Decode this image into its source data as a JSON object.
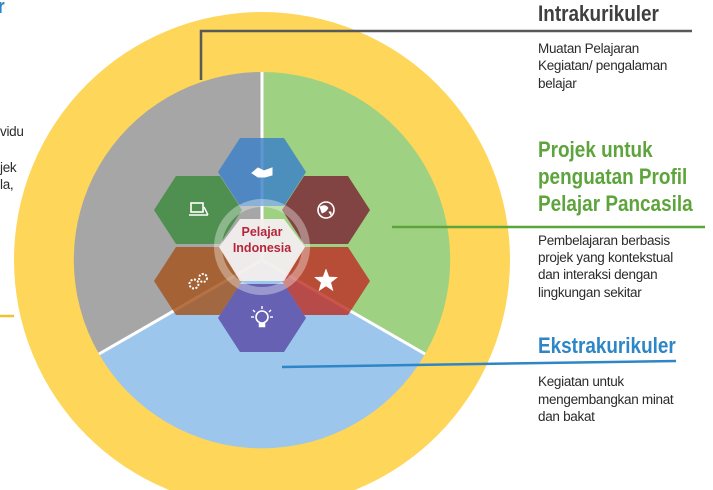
{
  "colors": {
    "outer_ring": "#fdd65a",
    "intrakurikuler_sector": "#a6a6a6",
    "projek_sector": "#9fd183",
    "ekstrakurikuler_sector": "#9cc6ec",
    "projek_heading": "#5ea43c",
    "ekstrakurikuler_heading": "#2e86c6",
    "intrakurikuler_heading": "#3f3f3f",
    "center_text": "#b5253a",
    "hex_blue": "#3a80c8",
    "hex_wine": "#7b2433",
    "hex_red": "#bd2f26",
    "hex_purple": "#5a4aa6",
    "hex_orange": "#a3531c",
    "hex_green": "#3c8a3c"
  },
  "left_cut": {
    "top_fragment": "r",
    "lines": [
      "vidu",
      "",
      "jek",
      "la,"
    ]
  },
  "intrakurikuler": {
    "heading": "Intrakurikuler",
    "lines": [
      "Muatan Pelajaran",
      "Kegiatan/ pengalaman",
      "belajar"
    ]
  },
  "projek": {
    "heading_lines": [
      "Projek untuk",
      "penguatan Profil",
      "Pelajar Pancasila"
    ],
    "lines": [
      "Pembelajaran berbasis",
      "projek yang kontekstual",
      "dan interaksi dengan",
      "lingkungan sekitar"
    ]
  },
  "ekstrakurikuler": {
    "heading": "Ekstrakurikuler",
    "lines": [
      "Kegiatan untuk",
      "mengembangkan minat",
      "dan bakat"
    ]
  },
  "center": {
    "line1": "Pelajar",
    "line2": "Indonesia"
  },
  "hexagon_icons": [
    "handshake-icon",
    "globe-icon",
    "star-people-icon",
    "lightbulb-icon",
    "gears-icon",
    "presentation-icon"
  ]
}
